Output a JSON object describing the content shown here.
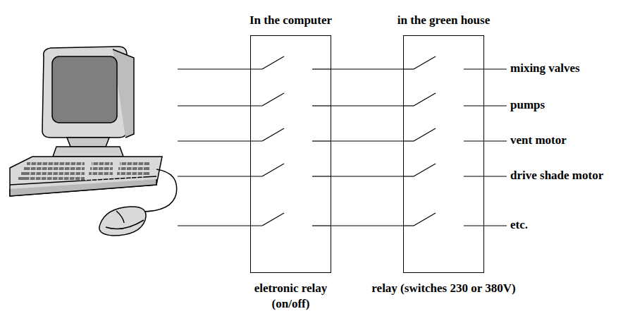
{
  "diagram": {
    "nodes": [
      {
        "text": [
          "In the computer",
          "eletronic relay (on/off)"
        ]
      },
      {
        "text": [
          "in the green house",
          "relay (switches 230 or 380V)"
        ]
      }
    ],
    "edges": [
      {
        "from": 0,
        "to": 1,
        "arrow": "none"
      },
      {
        "from": 0,
        "to": 1,
        "arrow": "none"
      },
      {
        "from": 0,
        "to": 1,
        "arrow": "none"
      },
      {
        "from": 0,
        "to": 1,
        "arrow": "none"
      },
      {
        "from": 0,
        "to": 1,
        "arrow": "none"
      }
    ],
    "labels": [
      "mixing valves",
      "pumps",
      "vent motor",
      "drive shade motor",
      "etc."
    ]
  }
}
